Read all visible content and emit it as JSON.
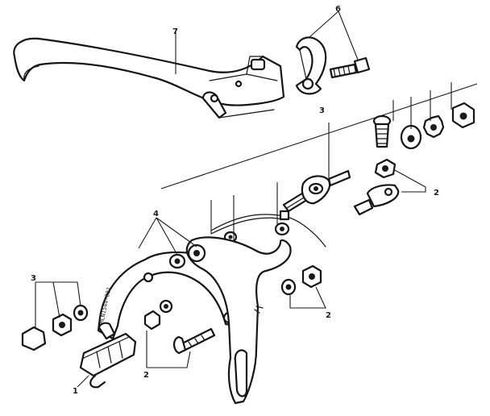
{
  "callouts": {
    "lever": "7",
    "clamp": "6",
    "cable": "3",
    "fastener_upper": "2",
    "arm": "4",
    "nut_washer_left": "3",
    "pivot_bolt": "2",
    "nut_washer_right": "2",
    "shoe": "1"
  },
  "stamp_text": "MLN1544-081"
}
